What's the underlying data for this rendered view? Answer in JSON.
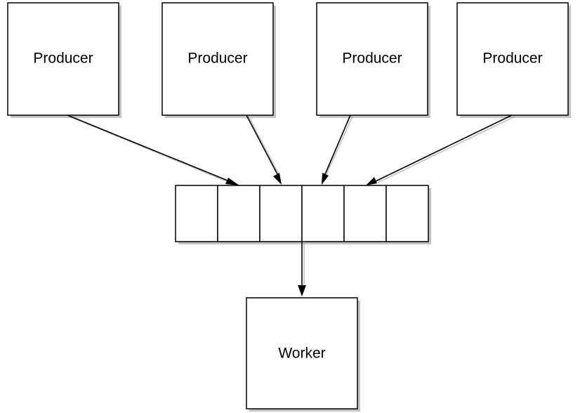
{
  "producers": [
    {
      "label": "Producer"
    },
    {
      "label": "Producer"
    },
    {
      "label": "Producer"
    },
    {
      "label": "Producer"
    }
  ],
  "queue": {
    "cell_count": 6
  },
  "worker": {
    "label": "Worker"
  },
  "colors": {
    "stroke": "#000000",
    "fill": "#ffffff",
    "shadow": "#555555"
  }
}
